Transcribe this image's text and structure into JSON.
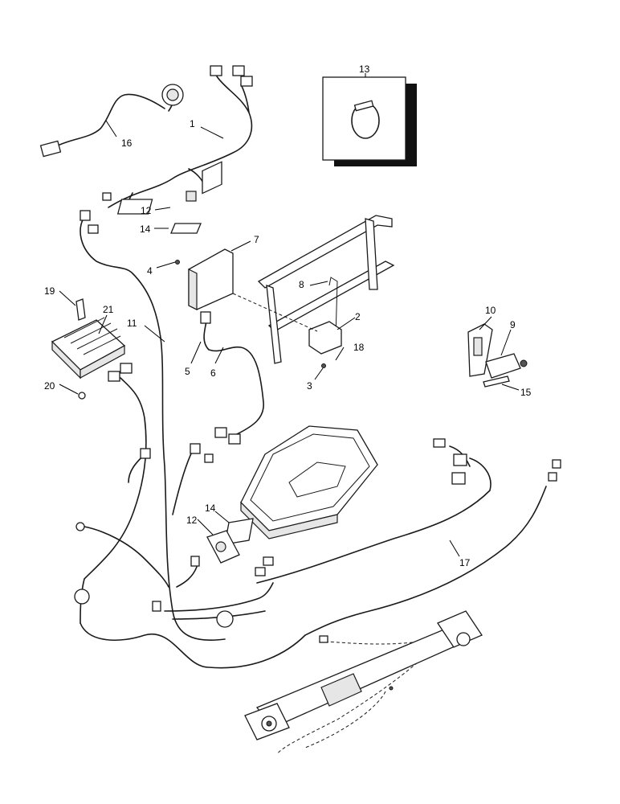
{
  "callouts": [
    {
      "id": "c1",
      "label": "1"
    },
    {
      "id": "c2",
      "label": "2"
    },
    {
      "id": "c3",
      "label": "3"
    },
    {
      "id": "c4",
      "label": "4"
    },
    {
      "id": "c5",
      "label": "5"
    },
    {
      "id": "c6",
      "label": "6"
    },
    {
      "id": "c7",
      "label": "7"
    },
    {
      "id": "c8",
      "label": "8"
    },
    {
      "id": "c9",
      "label": "9"
    },
    {
      "id": "c10",
      "label": "10"
    },
    {
      "id": "c11",
      "label": "11"
    },
    {
      "id": "c12a",
      "label": "12"
    },
    {
      "id": "c12b",
      "label": "12"
    },
    {
      "id": "c13",
      "label": "13"
    },
    {
      "id": "c14a",
      "label": "14"
    },
    {
      "id": "c14b",
      "label": "14"
    },
    {
      "id": "c15",
      "label": "15"
    },
    {
      "id": "c16",
      "label": "16"
    },
    {
      "id": "c17",
      "label": "17"
    },
    {
      "id": "c18",
      "label": "18"
    },
    {
      "id": "c19",
      "label": "19"
    },
    {
      "id": "c20",
      "label": "20"
    },
    {
      "id": "c21",
      "label": "21"
    }
  ]
}
